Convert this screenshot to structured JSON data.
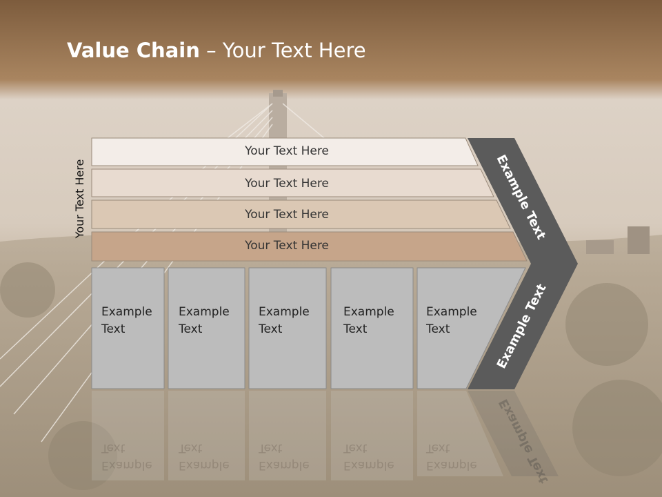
{
  "title": {
    "bold": "Value Chain",
    "rest": " – Your Text Here"
  },
  "side_label": "Your Text Here",
  "bars": [
    {
      "label": "Your Text Here",
      "fill": "#f3ede8"
    },
    {
      "label": "Your Text Here",
      "fill": "#e8dbd0"
    },
    {
      "label": "Your Text Here",
      "fill": "#dbc8b4"
    },
    {
      "label": "Your Text Here",
      "fill": "#c6a58a"
    }
  ],
  "boxes": [
    {
      "line1": "Example",
      "line2": "Text"
    },
    {
      "line1": "Example",
      "line2": "Text"
    },
    {
      "line1": "Example",
      "line2": "Text"
    },
    {
      "line1": "Example",
      "line2": "Text"
    },
    {
      "line1": "Example",
      "line2": "Text"
    }
  ],
  "chevron": {
    "upper_label": "Example Text",
    "lower_label": "Example Text",
    "fill": "#5b5b5b"
  },
  "colors": {
    "header_band": "#8c6a49",
    "box_fill": "#bcbcbc",
    "box_stroke": "#8a8a8a"
  }
}
